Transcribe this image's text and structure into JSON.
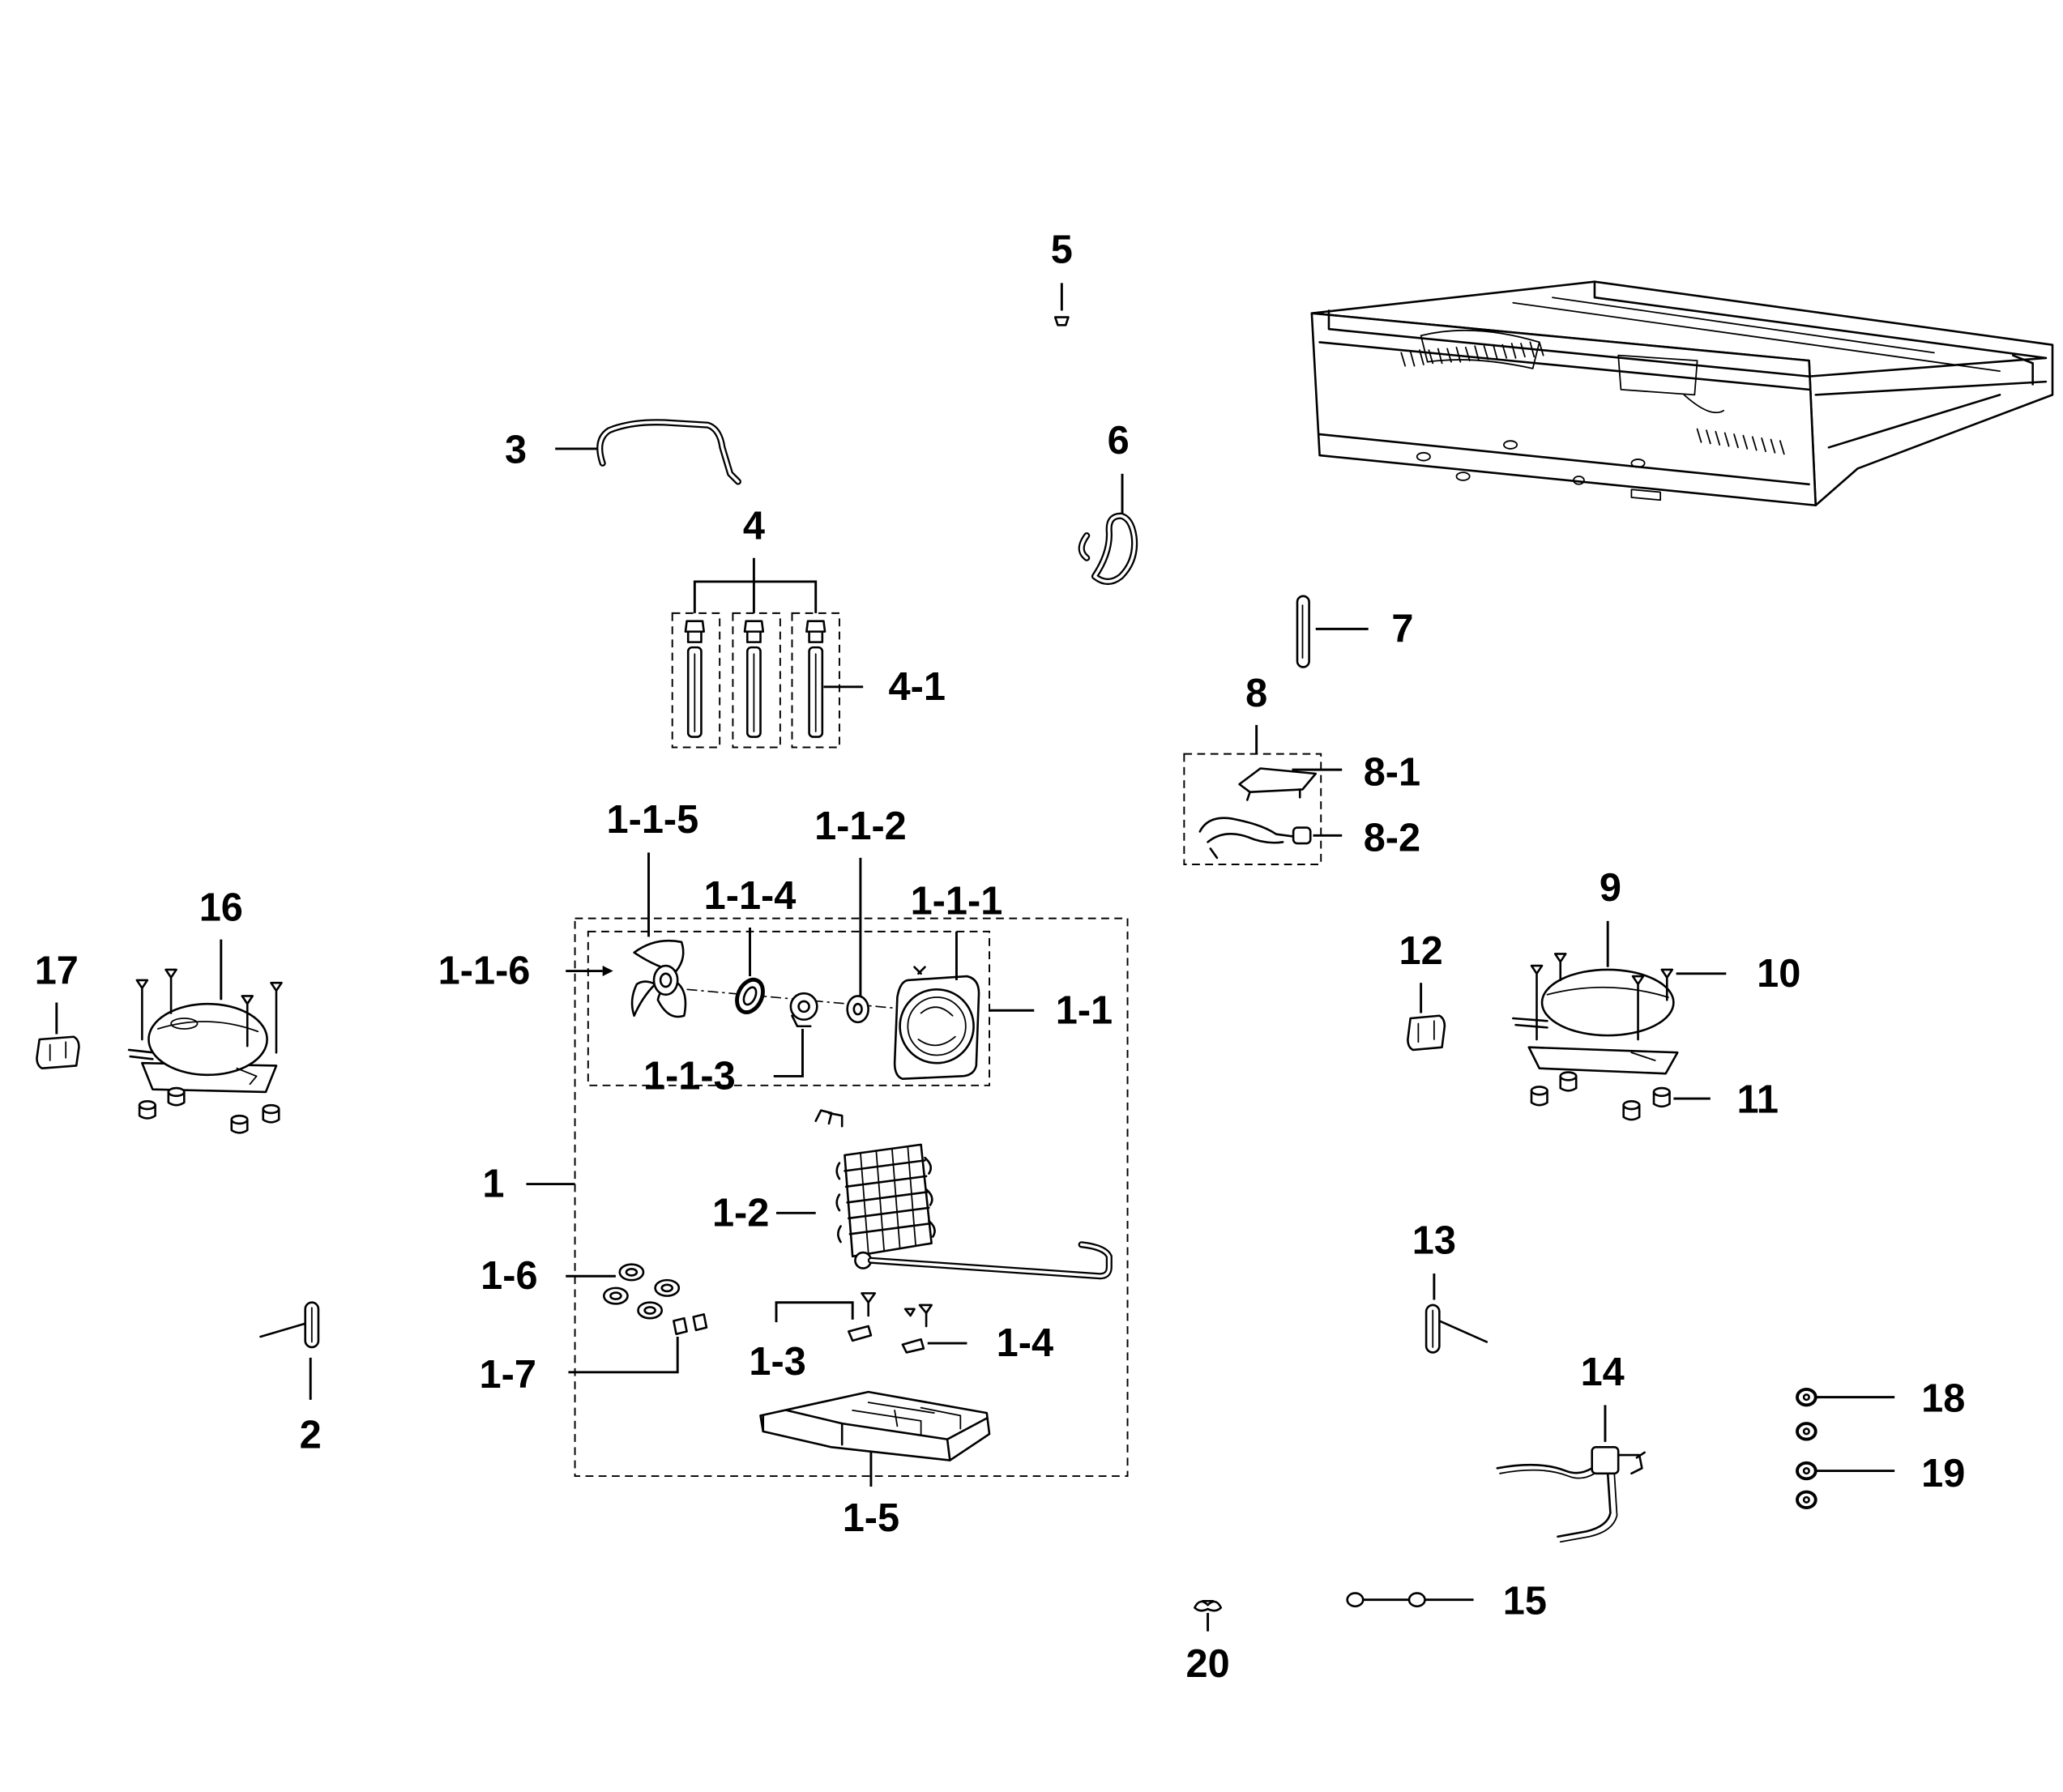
{
  "callouts": {
    "c1": "1",
    "c1_1": "1-1",
    "c1_1_1": "1-1-1",
    "c1_1_2": "1-1-2",
    "c1_1_3": "1-1-3",
    "c1_1_4": "1-1-4",
    "c1_1_5": "1-1-5",
    "c1_1_6": "1-1-6",
    "c1_2": "1-2",
    "c1_3": "1-3",
    "c1_4": "1-4",
    "c1_5": "1-5",
    "c1_6": "1-6",
    "c1_7": "1-7",
    "c2": "2",
    "c3": "3",
    "c4": "4",
    "c4_1": "4-1",
    "c5": "5",
    "c6": "6",
    "c7": "7",
    "c8": "8",
    "c8_1": "8-1",
    "c8_2": "8-2",
    "c9": "9",
    "c10": "10",
    "c11": "11",
    "c12": "12",
    "c13": "13",
    "c14": "14",
    "c15": "15",
    "c16": "16",
    "c17": "17",
    "c18": "18",
    "c19": "19",
    "c20": "20"
  },
  "colors": {
    "ink": "#000000",
    "paper": "#ffffff"
  }
}
